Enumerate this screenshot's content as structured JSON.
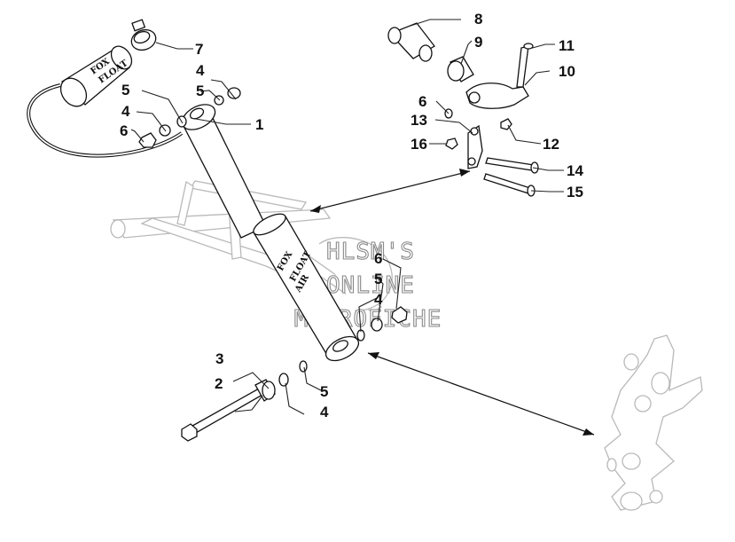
{
  "callouts": {
    "c1": "1",
    "c2": "2",
    "c3": "3",
    "c4a": "4",
    "c4b": "4",
    "c4c": "4",
    "c4d": "4",
    "c5a": "5",
    "c5b": "5",
    "c5c": "5",
    "c5d": "5",
    "c6a": "6",
    "c6b": "6",
    "c6c": "6",
    "c7": "7",
    "c8": "8",
    "c9": "9",
    "c10": "10",
    "c11": "11",
    "c12": "12",
    "c13": "13",
    "c14": "14",
    "c15": "15",
    "c16": "16"
  },
  "shock_label": {
    "line1": "FOX",
    "line2": "FLOAT",
    "line3": "AIR"
  },
  "reservoir_label": {
    "line1": "FOX",
    "line2": "FLOAT"
  },
  "watermark": {
    "line1": "HLSM'S",
    "line2": "ONLINE",
    "line3": "MICROFICHE"
  }
}
